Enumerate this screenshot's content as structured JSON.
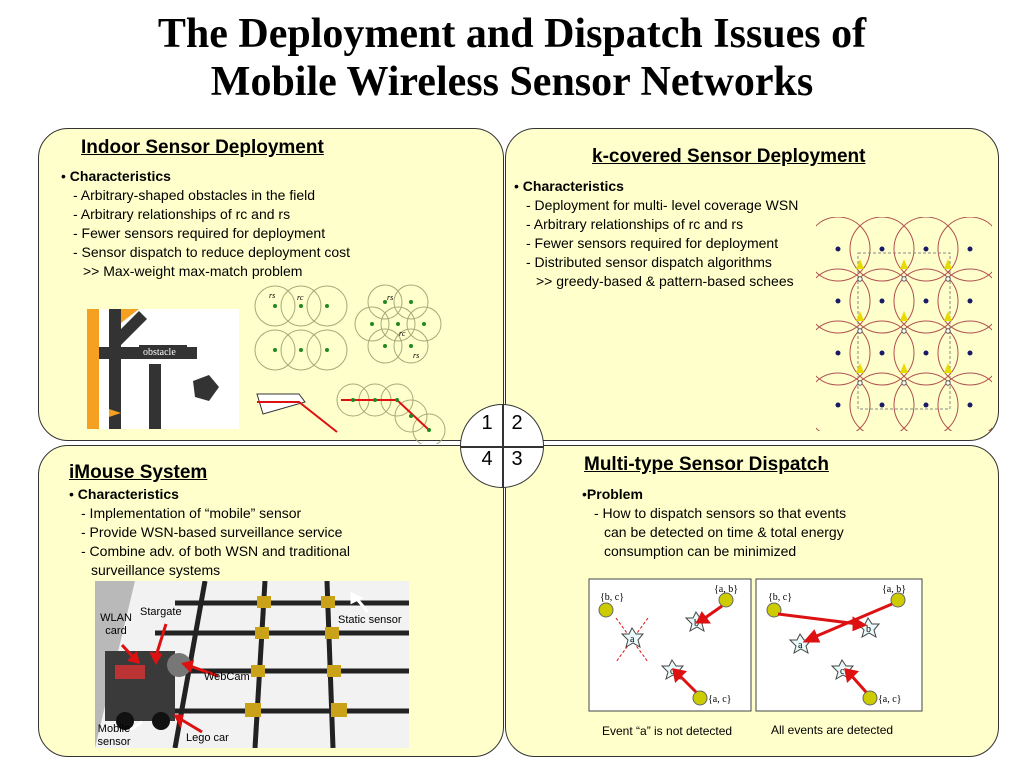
{
  "title": {
    "line1": "The Deployment and Dispatch Issues of",
    "line2": "Mobile Wireless Sensor Networks"
  },
  "hub": {
    "q1": "1",
    "q2": "2",
    "q3": "3",
    "q4": "4"
  },
  "panel1": {
    "title": "Indoor Sensor Deployment",
    "heading": "Characteristics",
    "items": [
      "- Arbitrary-shaped obstacles in the field",
      "- Arbitrary relationships of rc and rs",
      "- Fewer sensors required for deployment",
      "- Sensor dispatch to reduce deployment cost"
    ],
    "sub": ">> Max-weight max-match problem",
    "obstacle_label": "obstacle",
    "rs_label": "rs",
    "rc_label": "rc",
    "rs_label2": "rs",
    "rc_label2": "rc",
    "rs_label3": "rs"
  },
  "panel2": {
    "title": "k-covered Sensor Deployment",
    "heading": "Characteristics",
    "items": [
      "- Deployment for multi-  level coverage WSN",
      "- Arbitrary relationships of rc and rs",
      "- Fewer sensors required for deployment",
      "- Distributed sensor dispatch algorithms"
    ],
    "sub": ">> greedy-based & pattern-based schees"
  },
  "panel3": {
    "title": "iMouse System",
    "heading": "Characteristics",
    "items": [
      "- Implementation of “mobile” sensor",
      "- Provide WSN-based surveillance service",
      "- Combine adv. of both WSN and traditional"
    ],
    "items_cont": "surveillance systems",
    "photo_labels": {
      "wlan": "WLAN card",
      "stargate": "Stargate",
      "static": "Static sensor",
      "webcam": "WebCam",
      "mobile": "Mobile sensor",
      "lego": "Lego car"
    }
  },
  "panel4": {
    "title": "Multi-type Sensor Dispatch",
    "heading": "Problem",
    "items": [
      "- How to dispatch sensors so that events",
      "can be detected on time & total energy",
      "consumption can be minimized"
    ],
    "caption_left": "Event “a” is not detected",
    "caption_right": "All events are detected",
    "lab_bc": "{b, c}",
    "lab_ab": "{a, b}",
    "lab_ac": "{a, c}",
    "ev_a": "a",
    "ev_b": "b",
    "ev_c": "c"
  },
  "colors": {
    "panel_bg": "#ffffcc",
    "arrow_red": "#dd1111",
    "sensor_yellow": "#cccc00",
    "orange": "#f5a020"
  }
}
